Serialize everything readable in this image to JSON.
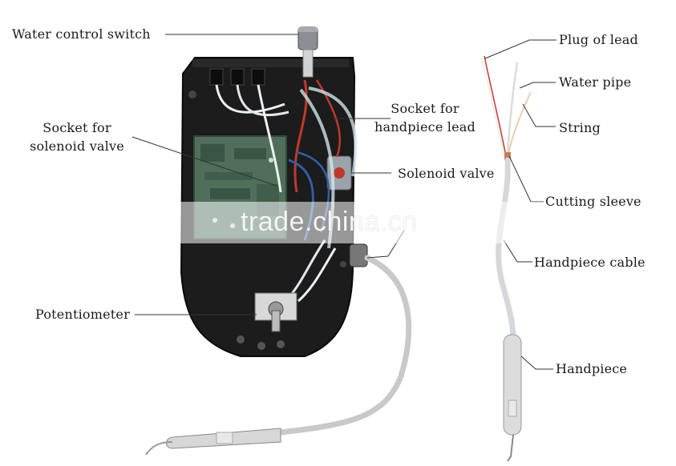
{
  "labels": {
    "water_control_switch": "Water  control  switch",
    "socket_solenoid_line1": "Socket  for",
    "socket_solenoid_line2": "solenoid  valve",
    "socket_handpiece_line1": "Socket for",
    "socket_handpiece_line2": "handpiece lead",
    "solenoid_valve": "Solenoid  valve",
    "potentiometer": "Potentiometer",
    "plug_of_lead": "Plug of lead",
    "water_pipe": "Water pipe",
    "string": "String",
    "cutting_sleeve": "Cutting sleeve",
    "handpiece_cable": "Handpiece cable",
    "handpiece": "Handpiece"
  },
  "watermark": "trade.china.cn",
  "colors": {
    "housing": "#1c1c1c",
    "pcb": "#4f6f5a",
    "cable": "#c9c9c9",
    "wire_red": "#c0392b",
    "wire_blue": "#2f5fa8",
    "wire_white": "#eef2f5",
    "leader": "#333333"
  }
}
